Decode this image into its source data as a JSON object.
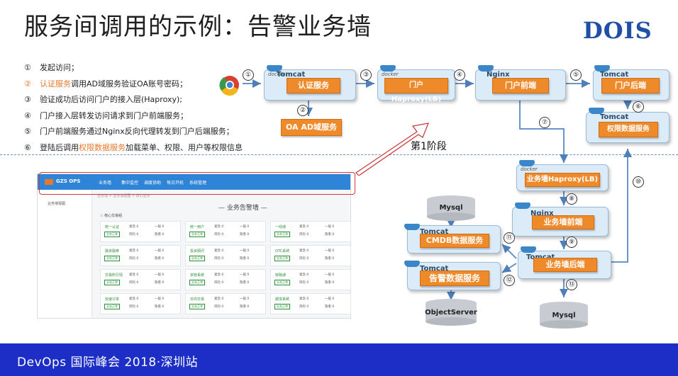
{
  "title": "服务间调用的示例：告警业务墙",
  "logo": "DOIS",
  "steps": [
    {
      "num": "①",
      "pre": "发起访问；",
      "hl": "",
      "post": ""
    },
    {
      "num": "②",
      "pre": "",
      "hl": "认证服务",
      "post": "调用AD域服务验证OA账号密码；",
      "num_hl": true
    },
    {
      "num": "③",
      "pre": "验证成功后访问门户的接入层(Haproxy);",
      "hl": "",
      "post": ""
    },
    {
      "num": "④",
      "pre": "门户接入层转发访问请求到门户前端服务；",
      "hl": "",
      "post": ""
    },
    {
      "num": "⑤",
      "pre": "门户前端服务通过Nginx反向代理转发到门户后端服务；",
      "hl": "",
      "post": ""
    },
    {
      "num": "⑥",
      "pre": "登陆后调用",
      "hl": "权限数据服务",
      "post": "加载菜单、权限、用户等权限信息"
    }
  ],
  "phase_label": "第1阶段",
  "diagram": {
    "nodes": {
      "auth": {
        "framework": "Tomcat",
        "name": "认证服务"
      },
      "haproxy_portal": {
        "name": "门户Haproxy(LB)"
      },
      "portal_front": {
        "framework": "Nginx",
        "name": "门户前端"
      },
      "portal_back": {
        "framework": "Tomcat",
        "name": "门户后端"
      },
      "perm": {
        "framework": "Tomcat",
        "name": "权限数据服务"
      },
      "oa_ad": {
        "name": "OA AD域服务"
      },
      "haproxy_wall": {
        "name": "业务墙Haproxy(LB)"
      },
      "wall_front": {
        "framework": "Nginx",
        "name": "业务墙前端"
      },
      "wall_back": {
        "framework": "Tomcat",
        "name": "业务墙后端"
      },
      "cmdb": {
        "framework": "Tomcat",
        "name": "CMDB数据服务"
      },
      "alarm": {
        "framework": "Tomcat",
        "name": "告警数据服务"
      },
      "mysql_top": {
        "name": "Mysql"
      },
      "mysql_bottom": {
        "name": "Mysql"
      },
      "objectserver": {
        "name": "ObjectServer"
      }
    },
    "docker_label": "docker",
    "markers": [
      "①",
      "②",
      "③",
      "④",
      "⑤",
      "⑥",
      "⑦",
      "⑧",
      "⑨",
      "⑩",
      "⑪",
      "⑫",
      "⑬"
    ]
  },
  "screenshot": {
    "brand": "GZS OPS",
    "nav": [
      "业务墙",
      "集中监控",
      "调度协助",
      "每日开机",
      "系统管理"
    ],
    "sidebar_item": "业务墙视图",
    "breadcrumb": "业务墙 > 业务墙视图 > 核心业务",
    "wall_title": "— 业务告警墙 —",
    "core_label": "☆ 核心交易组",
    "cards": [
      {
        "name": "统一认证"
      },
      {
        "name": "统一用户"
      },
      {
        "name": "一线通"
      },
      {
        "name": "融资融券"
      },
      {
        "name": "投资顾问"
      },
      {
        "name": "OTC系统"
      },
      {
        "name": "交易所行情"
      },
      {
        "name": "资管系统"
      },
      {
        "name": "转融通"
      },
      {
        "name": "快速订单"
      },
      {
        "name": "日内交易"
      },
      {
        "name": "期货系统"
      }
    ],
    "card_status": "业务正常",
    "card_keys": [
      "紧急 0",
      "一般 0",
      "风险 0",
      "隐患 0"
    ]
  },
  "footer": "DevOps 国际峰会 2018·深圳站",
  "colors": {
    "accent": "#ef8a2b",
    "footer": "#1d2ec7",
    "highlight": "#e8792b",
    "box": "#dcebf8"
  }
}
